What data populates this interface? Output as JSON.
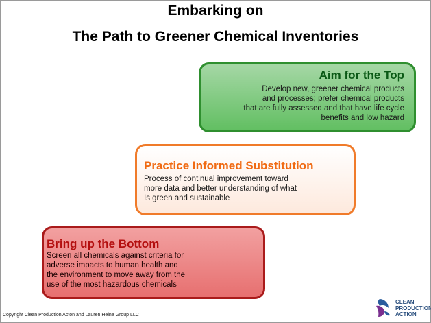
{
  "slide": {
    "title_line1": "Embarking on",
    "title_line2": "The Path to Greener Chemical Inventories"
  },
  "tiers": {
    "top": {
      "heading": "Aim for the Top",
      "lines": [
        "Develop new, greener chemical products",
        "and processes; prefer chemical products",
        "that are fully assessed and that have life cycle",
        "benefits and low hazard"
      ]
    },
    "middle": {
      "heading": "Practice Informed Substitution",
      "lines": [
        "Process of continual improvement toward",
        "more data and better understanding of what",
        "Is green and sustainable"
      ]
    },
    "bottom": {
      "heading": "Bring up the Bottom",
      "lines": [
        "Screen all chemicals against criteria for",
        "adverse impacts to human health and",
        "the environment to move away from the",
        "use of the most hazardous chemicals"
      ]
    }
  },
  "footer": {
    "copyright": "Copyright Clean Production Acton and Lauren Heine Group LLC",
    "logo_line1": "CLEAN",
    "logo_line2": "PRODUCTION",
    "logo_line3": "ACTION"
  },
  "colors": {
    "top_border": "#2f8f2f",
    "top_heading": "#0b5a16",
    "middle_border": "#f07b2a",
    "middle_heading": "#f06a12",
    "bottom_border": "#aa1b1b",
    "bottom_heading": "#b40f0f",
    "logo_text": "#2a4f7e"
  }
}
